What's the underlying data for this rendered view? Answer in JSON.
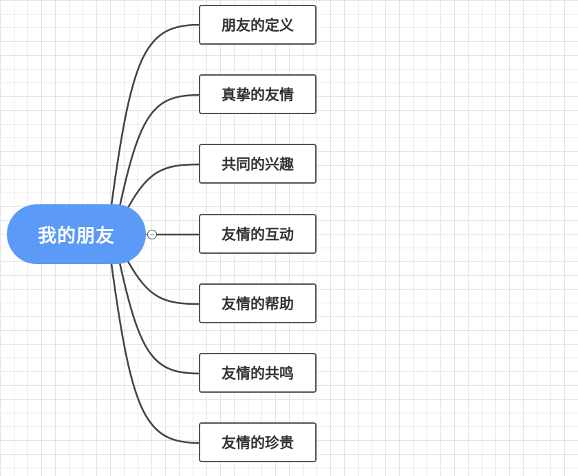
{
  "root": {
    "label": "我的朋友"
  },
  "topics": [
    {
      "label": "朋友的定义"
    },
    {
      "label": "真挚的友情"
    },
    {
      "label": "共同的兴趣"
    },
    {
      "label": "友情的互动"
    },
    {
      "label": "友情的帮助"
    },
    {
      "label": "友情的共鸣"
    },
    {
      "label": "友情的珍贵"
    }
  ],
  "colors": {
    "root": "#5b9af7",
    "connector": "#444444",
    "border": "#555555"
  }
}
